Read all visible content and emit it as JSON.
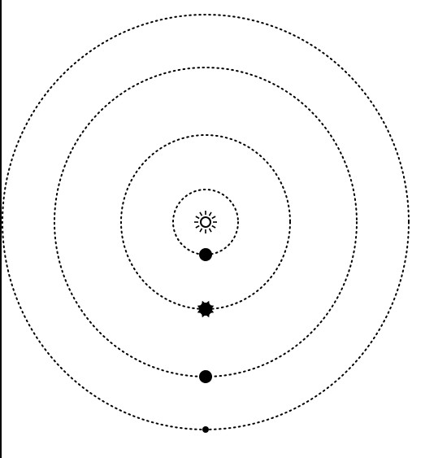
{
  "colors": {
    "background": "#ffffff",
    "ink": "#000000"
  },
  "diagram": {
    "type": "orbital-diagram",
    "central_body": {
      "icon": "sun-icon"
    },
    "orbits": [
      {
        "name": "orbit-1",
        "style": "dotted",
        "planet_icon": "planet-dot-icon",
        "planet_shape": "circle"
      },
      {
        "name": "orbit-2",
        "style": "dotted",
        "planet_icon": "planet-cross-icon",
        "planet_shape": "star"
      },
      {
        "name": "orbit-3",
        "style": "dotted",
        "planet_icon": "planet-dot-icon",
        "planet_shape": "circle"
      },
      {
        "name": "orbit-4",
        "style": "dotted",
        "planet_icon": "planet-small-dot-icon",
        "planet_shape": "small-circle"
      }
    ]
  }
}
